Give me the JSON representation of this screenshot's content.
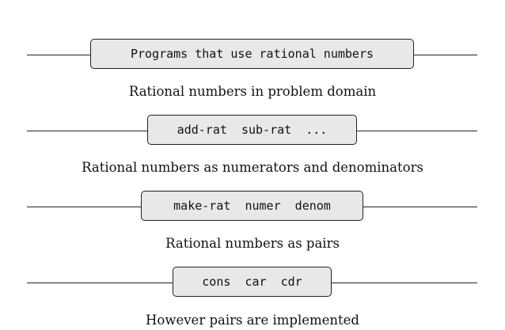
{
  "diagram": {
    "barriers": [
      {
        "box_text": "Programs that use rational numbers"
      },
      {
        "box_text": "add-rat  sub-rat  ..."
      },
      {
        "box_text": "make-rat  numer  denom"
      },
      {
        "box_text": "cons  car  cdr"
      }
    ],
    "labels": [
      "Rational numbers in problem domain",
      "Rational numbers as numerators and denominators",
      "Rational numbers as pairs",
      "However pairs are implemented"
    ]
  }
}
